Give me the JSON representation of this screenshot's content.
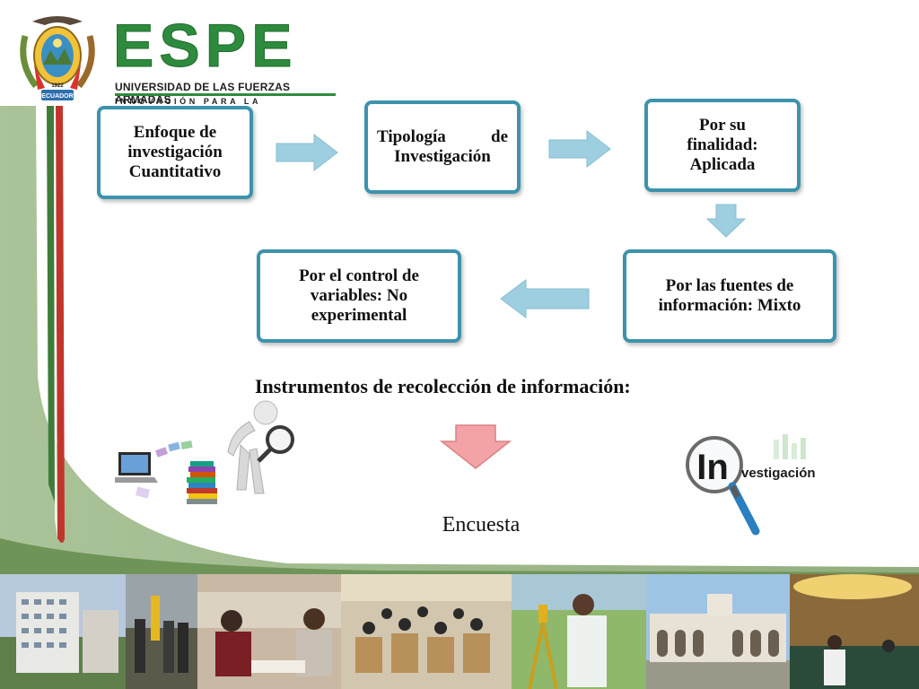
{
  "logo": {
    "wordmark": "ESPE",
    "university": "UNIVERSIDAD DE LAS FUERZAS ARMADAS",
    "tagline": "INNOVACIÓN PARA LA EXCELENCIA",
    "crest_label": "ECUADOR",
    "crest_year": "1922"
  },
  "flow": {
    "step1": "Enfoque de\ninvestigación\nCuantitativo",
    "step2": "Tipología de Investigación",
    "step3": "Por su\nfinalidad:\nAplicada",
    "step4": "Por las fuentes de\ninformación: Mixto",
    "step5": "Por el control de\nvariables:   No\nexperimental"
  },
  "heading": "Instrumentos de recolección de información:",
  "result": "Encuesta",
  "art": {
    "investigacion_prefix": "In",
    "investigacion_suffix": "vestigación"
  },
  "colors": {
    "box_border": "#3d93ab",
    "flow_arrow": "#9ecfe0",
    "result_arrow": "#f3a3a6",
    "brand_green": "#2e8b3e",
    "band_green": "#8fae76",
    "band_red": "#c2352b"
  }
}
